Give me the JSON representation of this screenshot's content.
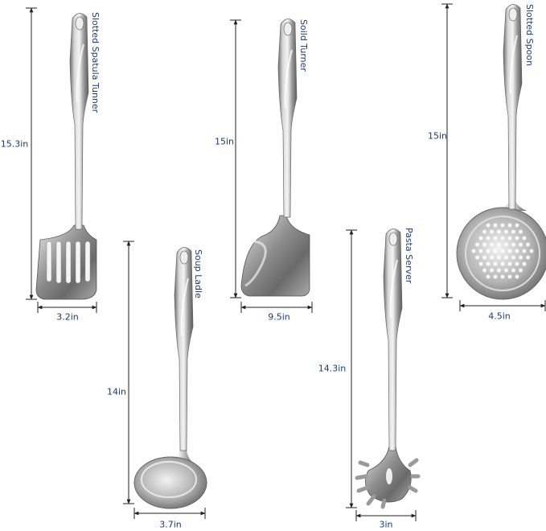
{
  "text_color": "#1f3a6e",
  "utensils": [
    {
      "name": "Slotted Spatula Tunner",
      "height": "15.3in",
      "width": "3.2in"
    },
    {
      "name": "Soild Turner",
      "height": "15in",
      "width": "9.5in"
    },
    {
      "name": "Slotted Spoon",
      "height": "15in",
      "width": "4.5in"
    },
    {
      "name": "Soup Ladle",
      "height": "14in",
      "width": "3.7in"
    },
    {
      "name": "Pasta Server",
      "height": "14.3in",
      "width": "3in"
    }
  ]
}
